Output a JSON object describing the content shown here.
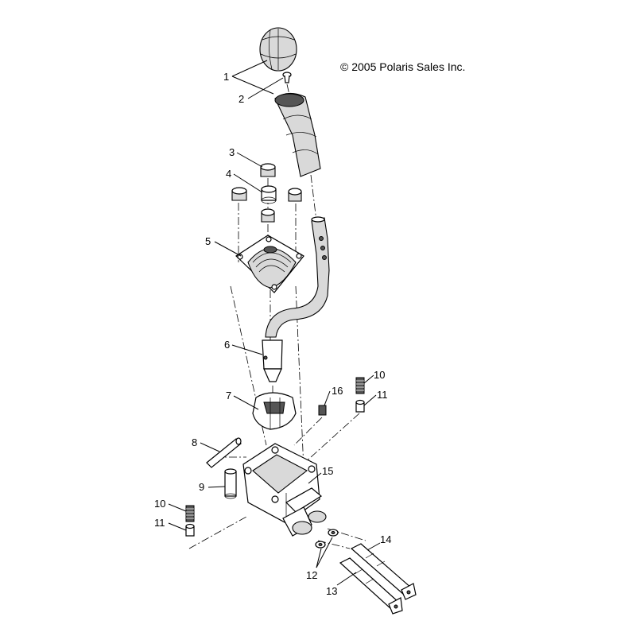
{
  "copyright": "© 2005 Polaris Sales Inc.",
  "callouts": {
    "c1": "1",
    "c2": "2",
    "c3": "3",
    "c4": "4",
    "c5": "5",
    "c6": "6",
    "c7": "7",
    "c8": "8",
    "c9": "9",
    "c10a": "10",
    "c10b": "10",
    "c11a": "11",
    "c11b": "11",
    "c12": "12",
    "c13": "13",
    "c14": "14",
    "c15": "15",
    "c16": "16"
  }
}
